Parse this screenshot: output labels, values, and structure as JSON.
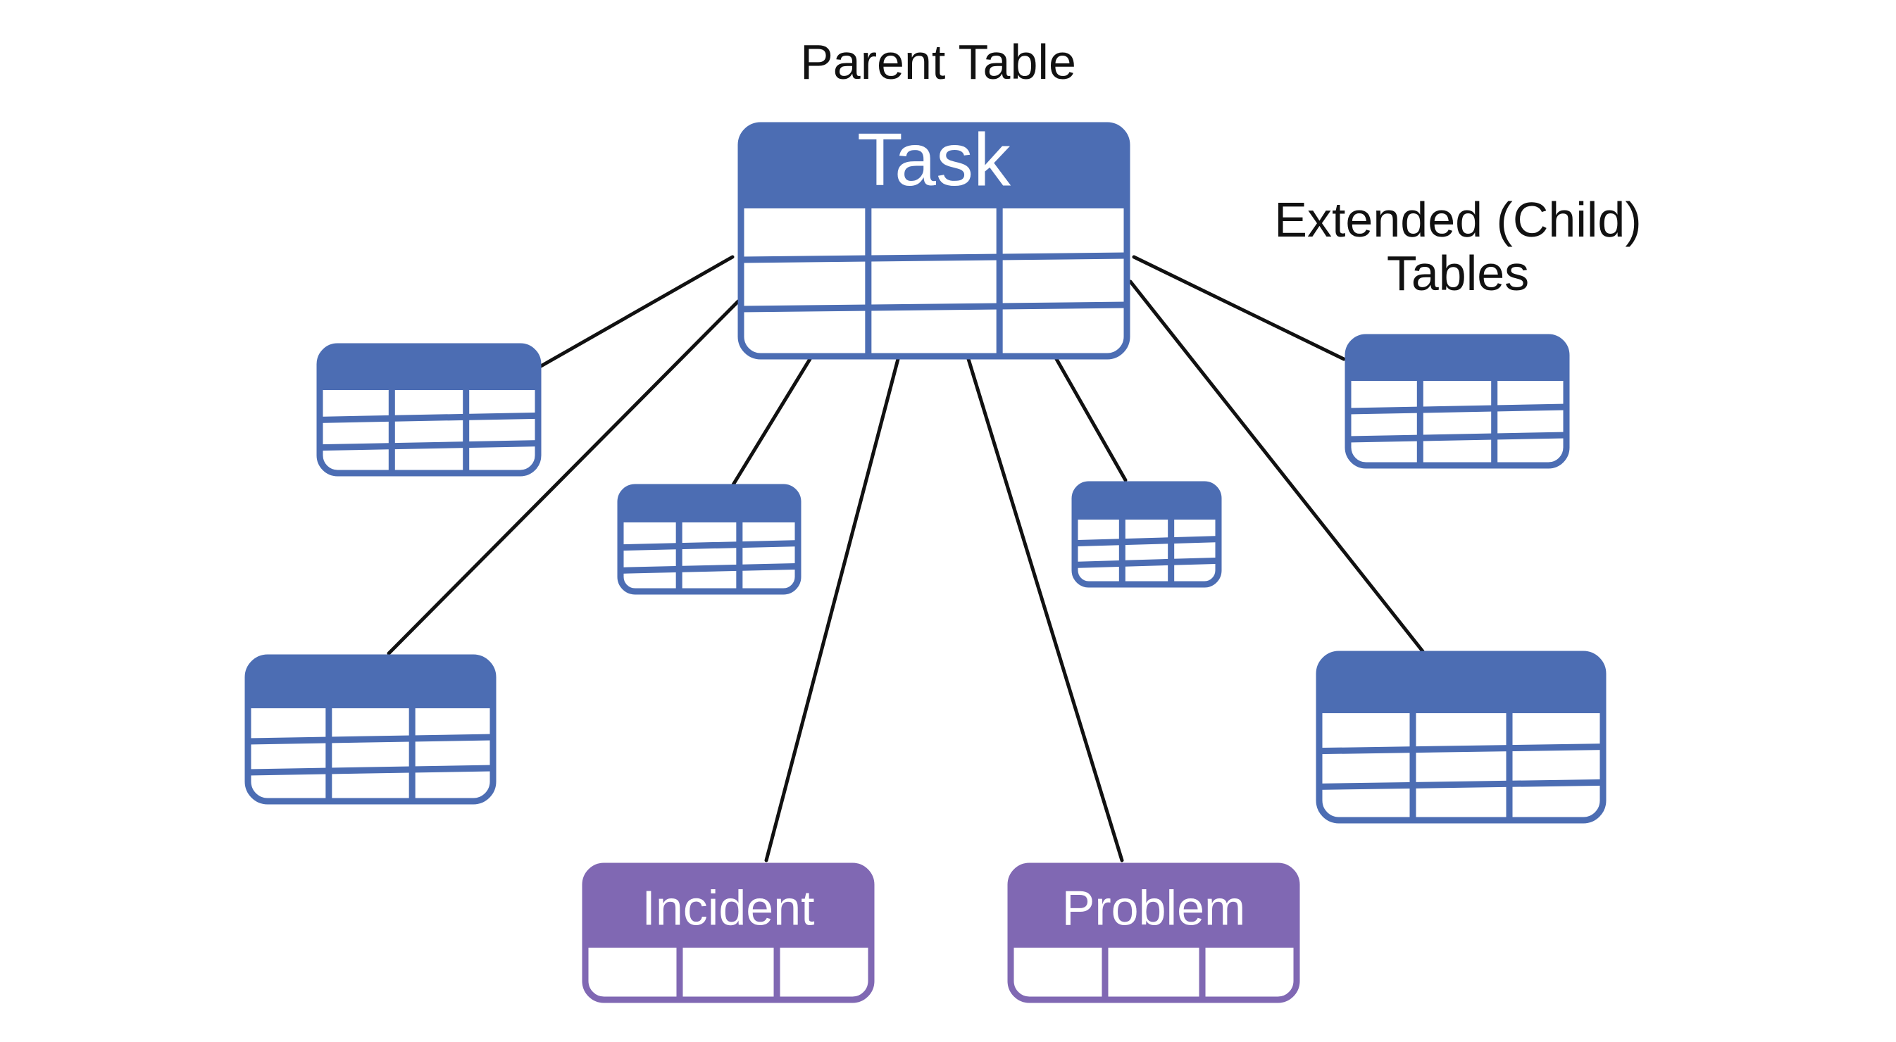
{
  "labels": {
    "parent": "Parent Table",
    "child_line1": "Extended (Child)",
    "child_line2": "Tables"
  },
  "tables": {
    "task": {
      "title": "Task"
    },
    "incident": {
      "title": "Incident"
    },
    "problem": {
      "title": "Problem"
    }
  },
  "colors": {
    "blue": "#4c6db3",
    "purple": "#8068b3",
    "line": "#111111",
    "text": "#111111"
  }
}
